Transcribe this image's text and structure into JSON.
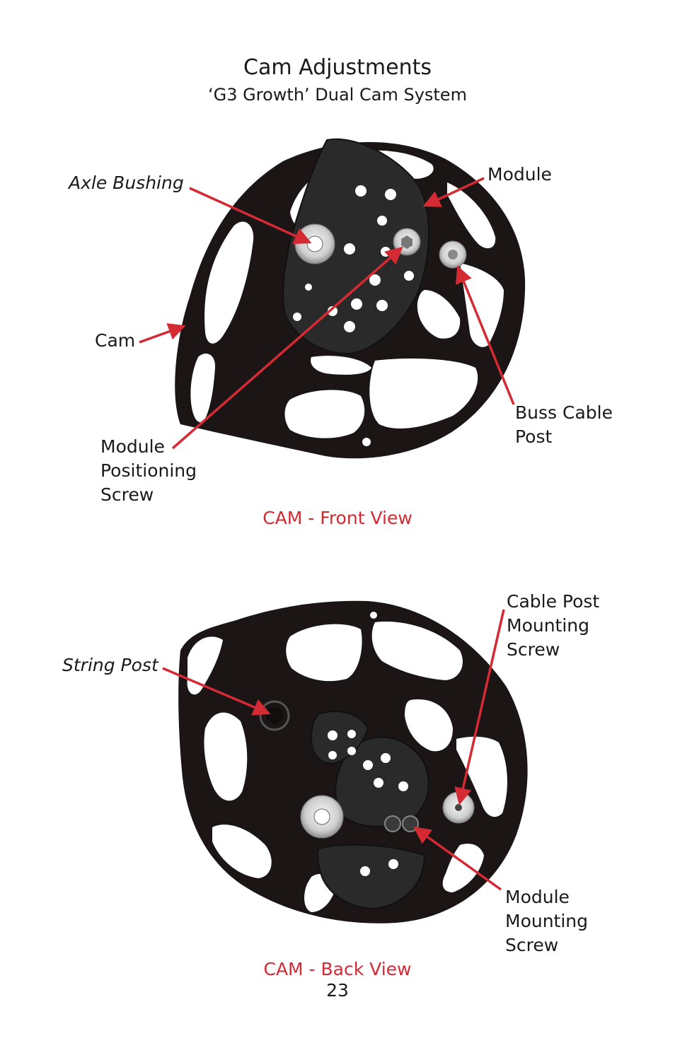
{
  "header": {
    "title": "Cam Adjustments",
    "subtitle": "‘G3 Growth’ Dual Cam System"
  },
  "front_view": {
    "caption": "CAM - Front View",
    "labels": {
      "axle_bushing": "Axle Bushing",
      "module": "Module",
      "cam": "Cam",
      "buss_cable_post": "Buss Cable\nPost",
      "module_positioning_screw": "Module\nPositioning\nScrew"
    }
  },
  "back_view": {
    "caption": "CAM - Back View",
    "labels": {
      "string_post": "String Post",
      "cable_post_mounting_screw": "Cable Post\nMounting\nScrew",
      "module_mounting_screw": "Module\nMounting\nScrew"
    }
  },
  "page_number": "23",
  "colors": {
    "arrow": "#d42a34",
    "caption": "#d42a34",
    "cam_body": "#1b1515",
    "module": "#2a2a2a",
    "hardware": "#c8c8c8"
  }
}
